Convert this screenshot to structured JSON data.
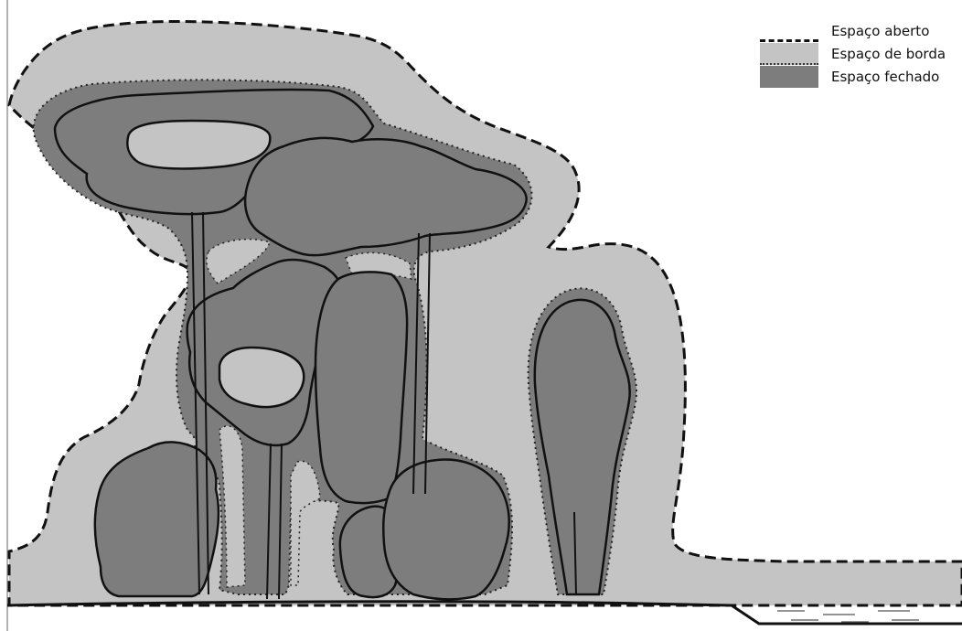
{
  "legend": {
    "items": [
      {
        "label": "Espaço aberto",
        "color": "#ffffff",
        "boundary": "dashed"
      },
      {
        "label": "Espaço de borda",
        "color": "#c4c4c4",
        "boundary": "dotted"
      },
      {
        "label": "Espaço fechado",
        "color": "#7d7d7d",
        "boundary": "none"
      }
    ]
  },
  "colors": {
    "open_space": "#ffffff",
    "edge_space": "#c4c4c4",
    "closed_space": "#7d7d7d",
    "outline": "#111111"
  }
}
